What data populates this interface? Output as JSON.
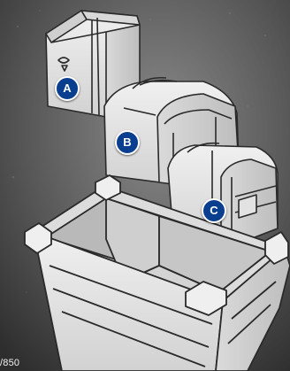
{
  "image": {
    "background_color": "#5c5c5c",
    "item_color": "#e9e9e9",
    "outline_color": "#2a2a2a",
    "badge_color": "#0a3f8f"
  },
  "labels": {
    "a": "A",
    "b": "B",
    "c": "C"
  },
  "caption": "/850"
}
